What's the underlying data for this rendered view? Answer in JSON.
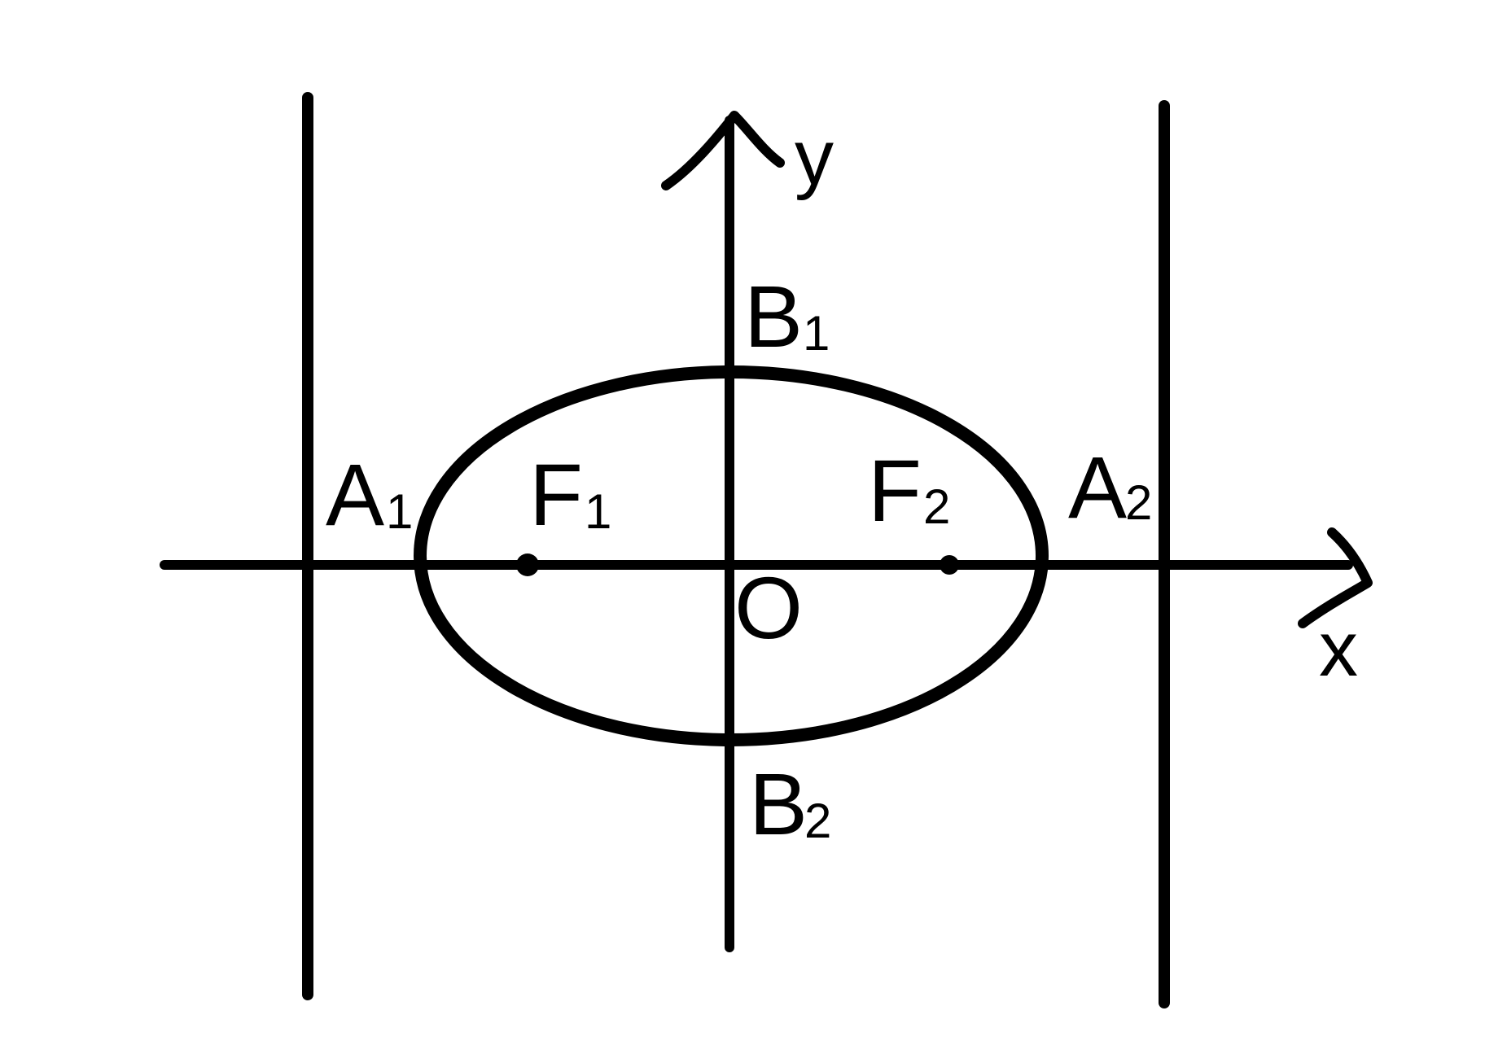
{
  "diagram": {
    "colors": {
      "stroke": "#000000",
      "background": "#ffffff"
    },
    "axes": {
      "x_label": "x",
      "y_label": "y",
      "origin_label": "O"
    },
    "vertices": {
      "a1": {
        "letter": "A",
        "index": "1"
      },
      "a2": {
        "letter": "A",
        "index": "2"
      },
      "b1": {
        "letter": "B",
        "index": "1"
      },
      "b2": {
        "letter": "B",
        "index": "2"
      }
    },
    "foci": {
      "f1": {
        "letter": "F",
        "index": "1"
      },
      "f2": {
        "letter": "F",
        "index": "2"
      }
    }
  }
}
